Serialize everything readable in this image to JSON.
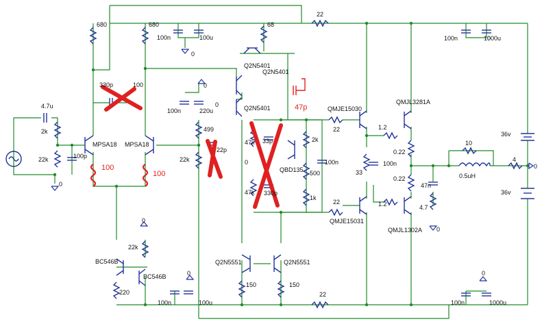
{
  "colors": {
    "wire": "#1f8a2a",
    "component": "#223399",
    "annotation": "#e02020",
    "background": "#ffffff"
  },
  "labels": {
    "r680a": "680",
    "r680b": "680",
    "c100n_top": "100n",
    "c100u_top": "100u",
    "r68": "68",
    "r22_top": "22",
    "c100n_rt": "100n",
    "c1000u_top": "1000u",
    "q2n5401_a": "Q2N5401",
    "q2n5401_b": "Q2N5401",
    "q2n5401_c": "Q2N5401",
    "c330p": "330p",
    "r100_mid": "100",
    "c47p": "47p",
    "c100n_mid": "100n",
    "c220u": "220u",
    "c4u7": "4.7u",
    "r2k_in": "2k",
    "r22k_in": "22k",
    "c100p": "100p",
    "mpsa18_a": "MPSA18",
    "mpsa18_b": "MPSA18",
    "r100_a": "100",
    "r100_b": "100",
    "r499": "499",
    "r22k_mid": "22k",
    "c22p": "22p",
    "r47k_a": "47k",
    "c33p": "33p",
    "r47k_b": "47k",
    "c330p_b": "330p",
    "r2k_vbe": "2k",
    "qbd135": "QBD135",
    "r500": "500",
    "r1k": "1k",
    "c100n_vbe": "100n",
    "r22_drv_a": "22",
    "qmje15030": "QMJE15030",
    "r1_2a": "1.2",
    "qmjl3281a": "QMJL3281A",
    "r33": "33",
    "c100n_drv": "100n",
    "r0_22a": "0.22",
    "r0_22b": "0.22",
    "r22_drv_b": "22",
    "qmje15031": "QMJE15031",
    "r1_2b": "1.2",
    "qmjl1302a": "QMJL1302A",
    "r10": "10",
    "l0_5uh": "0.5uH",
    "c47n": "47n",
    "r4_7": "4.7",
    "r4": "4",
    "out0": "0",
    "v36_top": "36v",
    "v36_bot": "36v",
    "r22k_cm": "22k",
    "bc546b_a": "BC546B",
    "bc546b_b": "BC546B",
    "r220": "220",
    "q2n5551_a": "Q2N5551",
    "q2n5551_b": "Q2N5551",
    "r150_a": "150",
    "r150_b": "150",
    "c100n_bot": "100n",
    "c100u_bot": "100u",
    "r22_bot": "22",
    "c100n_bot_rt": "100n",
    "c1000u_bot": "1000u",
    "g0": "0",
    "g1": "0",
    "g2": "0",
    "g3": "0",
    "g4": "0",
    "g5": "0",
    "g6": "0",
    "g7": "0",
    "g8": "0",
    "g9": "0"
  }
}
